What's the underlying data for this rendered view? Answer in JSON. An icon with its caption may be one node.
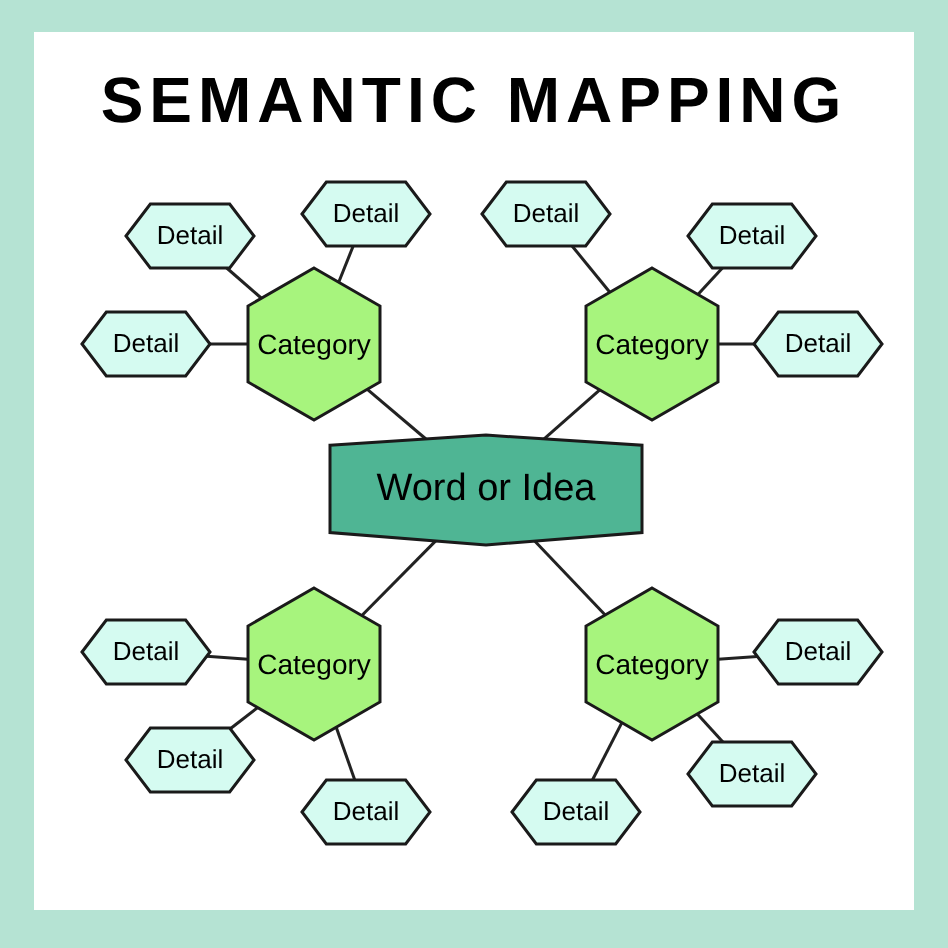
{
  "diagram": {
    "title": "SEMANTIC MAPPING",
    "nodes": [
      {
        "text": [
          "Detail"
        ]
      },
      {
        "text": [
          "Detail"
        ]
      },
      {
        "text": [
          "Detail"
        ]
      },
      {
        "text": [
          "Detail"
        ]
      },
      {
        "text": [
          "Category"
        ]
      },
      {
        "text": [
          "Detail"
        ]
      },
      {
        "text": [
          "Category"
        ]
      },
      {
        "text": [
          "Detail"
        ]
      },
      {
        "text": [
          "Word or Idea"
        ]
      },
      {
        "text": [
          "Category"
        ]
      },
      {
        "text": [
          "Detail"
        ]
      },
      {
        "text": [
          "Category"
        ]
      },
      {
        "text": [
          "Detail"
        ]
      },
      {
        "text": [
          "Detail"
        ]
      },
      {
        "text": [
          "Detail"
        ]
      },
      {
        "text": [
          "Detail"
        ]
      },
      {
        "text": [
          "Detail"
        ]
      }
    ],
    "edges": [
      {
        "from": 8,
        "to": 4,
        "arrow": "none"
      },
      {
        "from": 8,
        "to": 6,
        "arrow": "none"
      },
      {
        "from": 8,
        "to": 9,
        "arrow": "none"
      },
      {
        "from": 8,
        "to": 11,
        "arrow": "none"
      },
      {
        "from": 4,
        "to": 0,
        "arrow": "none"
      },
      {
        "from": 4,
        "to": 2,
        "arrow": "none"
      },
      {
        "from": 4,
        "to": 5,
        "arrow": "none"
      },
      {
        "from": 6,
        "to": 1,
        "arrow": "none"
      },
      {
        "from": 6,
        "to": 3,
        "arrow": "none"
      },
      {
        "from": 6,
        "to": 7,
        "arrow": "none"
      },
      {
        "from": 9,
        "to": 10,
        "arrow": "none"
      },
      {
        "from": 9,
        "to": 13,
        "arrow": "none"
      },
      {
        "from": 9,
        "to": 15,
        "arrow": "none"
      },
      {
        "from": 11,
        "to": 12,
        "arrow": "none"
      },
      {
        "from": 11,
        "to": 14,
        "arrow": "none"
      },
      {
        "from": 11,
        "to": 16,
        "arrow": "none"
      }
    ]
  }
}
